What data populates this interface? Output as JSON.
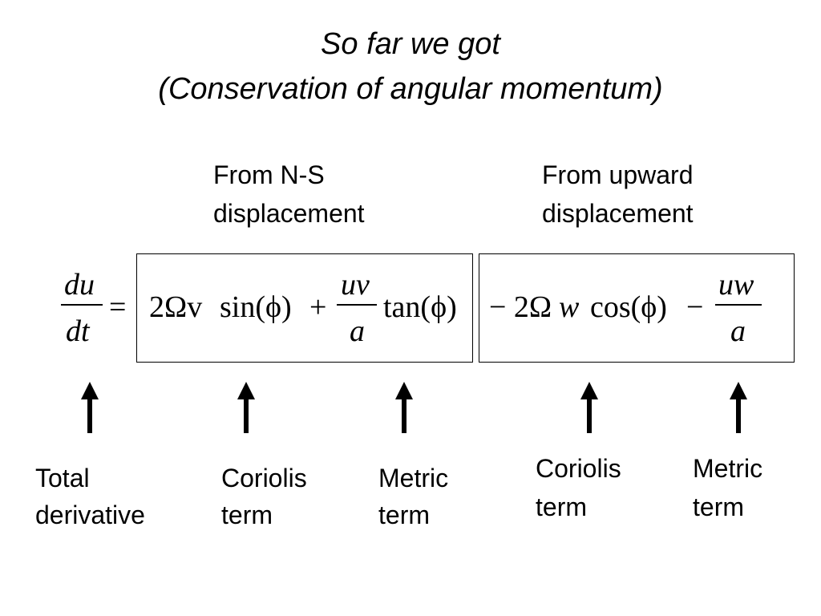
{
  "title": {
    "line1": "So far we got",
    "line2": "(Conservation of angular momentum)"
  },
  "headers": {
    "ns_line1": "From N-S",
    "ns_line2": "displacement",
    "up_line1": "From upward",
    "up_line2": "displacement"
  },
  "equation": {
    "lhs_num": "du",
    "lhs_den": "dt",
    "equals": "=",
    "coriolis_ns_coef": "2Ωv",
    "coriolis_ns_func": "sin(ϕ)",
    "plus": "+",
    "metric_ns_num": "uv",
    "metric_ns_den": "a",
    "metric_ns_func": "tan(ϕ)",
    "coriolis_up_sign": "− 2Ω",
    "coriolis_up_var": "w",
    "coriolis_up_func": "cos(ϕ)",
    "minus": "−",
    "metric_up_num": "uw",
    "metric_up_den": "a"
  },
  "labels": {
    "total_line1": "Total",
    "total_line2": "derivative",
    "coriolis_ns_line1": "Coriolis",
    "coriolis_ns_line2": "term",
    "metric_ns_line1": "Metric",
    "metric_ns_line2": "term",
    "coriolis_up_line1": "Coriolis",
    "coriolis_up_line2": "term",
    "metric_up_line1": "Metric",
    "metric_up_line2": "term"
  }
}
